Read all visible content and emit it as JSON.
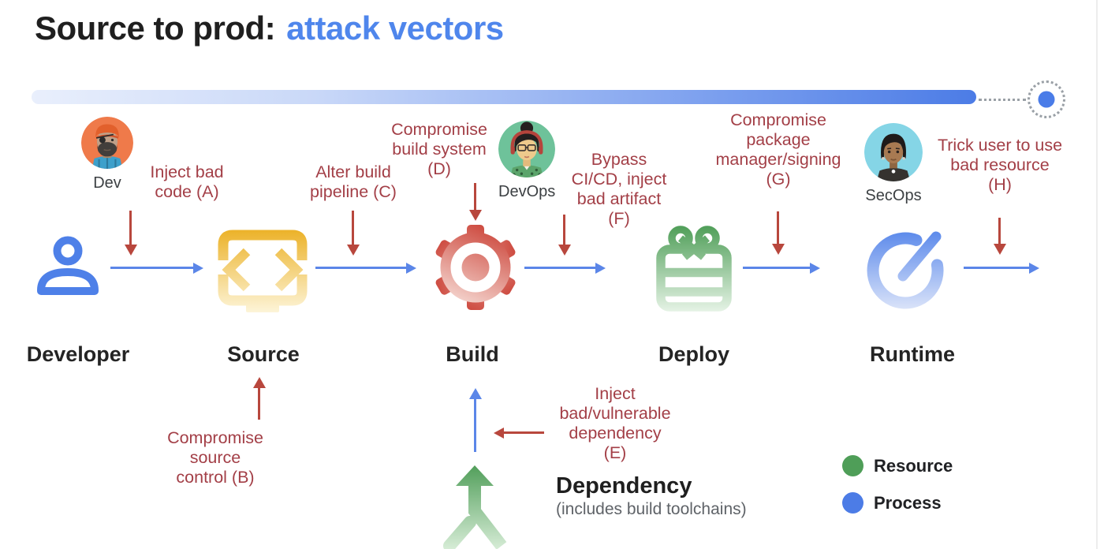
{
  "title": {
    "text": "Source to prod:",
    "accent": "attack vectors"
  },
  "timeline": {
    "start_color": "#e9effc",
    "end_color": "#4c7ce6",
    "dot_color": "#4a7ce8"
  },
  "actors": {
    "dev": {
      "label": "Dev"
    },
    "devops": {
      "label": "DevOps"
    },
    "secops": {
      "label": "SecOps"
    }
  },
  "stages": {
    "developer": {
      "label": "Developer",
      "color": "#4e80e8"
    },
    "source": {
      "label": "Source",
      "color": "#ecb32b"
    },
    "build": {
      "label": "Build",
      "color": "#cb4237"
    },
    "deploy": {
      "label": "Deploy",
      "color": "#4f9e58"
    },
    "runtime": {
      "label": "Runtime",
      "color": "#5585ea"
    }
  },
  "attacks": {
    "a": {
      "lines": [
        "Inject bad",
        "code (A)"
      ]
    },
    "b": {
      "lines": [
        "Compromise",
        "source",
        "control (B)"
      ]
    },
    "c": {
      "lines": [
        "Alter build",
        "pipeline (C)"
      ]
    },
    "d": {
      "lines": [
        "Compromise",
        "build system",
        "(D)"
      ]
    },
    "e": {
      "lines": [
        "Inject",
        "bad/vulnerable",
        "dependency",
        "(E)"
      ]
    },
    "f": {
      "lines": [
        "Bypass",
        "CI/CD, inject",
        "bad artifact",
        "(F)"
      ]
    },
    "g": {
      "lines": [
        "Compromise",
        "package",
        "manager/signing",
        "(G)"
      ]
    },
    "h": {
      "lines": [
        "Trick user to use",
        "bad resource",
        "(H)"
      ]
    }
  },
  "dependency": {
    "title": "Dependency",
    "subtitle": "(includes build toolchains)"
  },
  "legend": {
    "resource": {
      "label": "Resource",
      "color": "#4f9e58"
    },
    "process": {
      "label": "Process",
      "color": "#4c7ce6"
    }
  },
  "colors": {
    "attack_text": "#a33f47",
    "attack_arrow": "#b8473d",
    "process_arrow": "#5b86e8"
  }
}
